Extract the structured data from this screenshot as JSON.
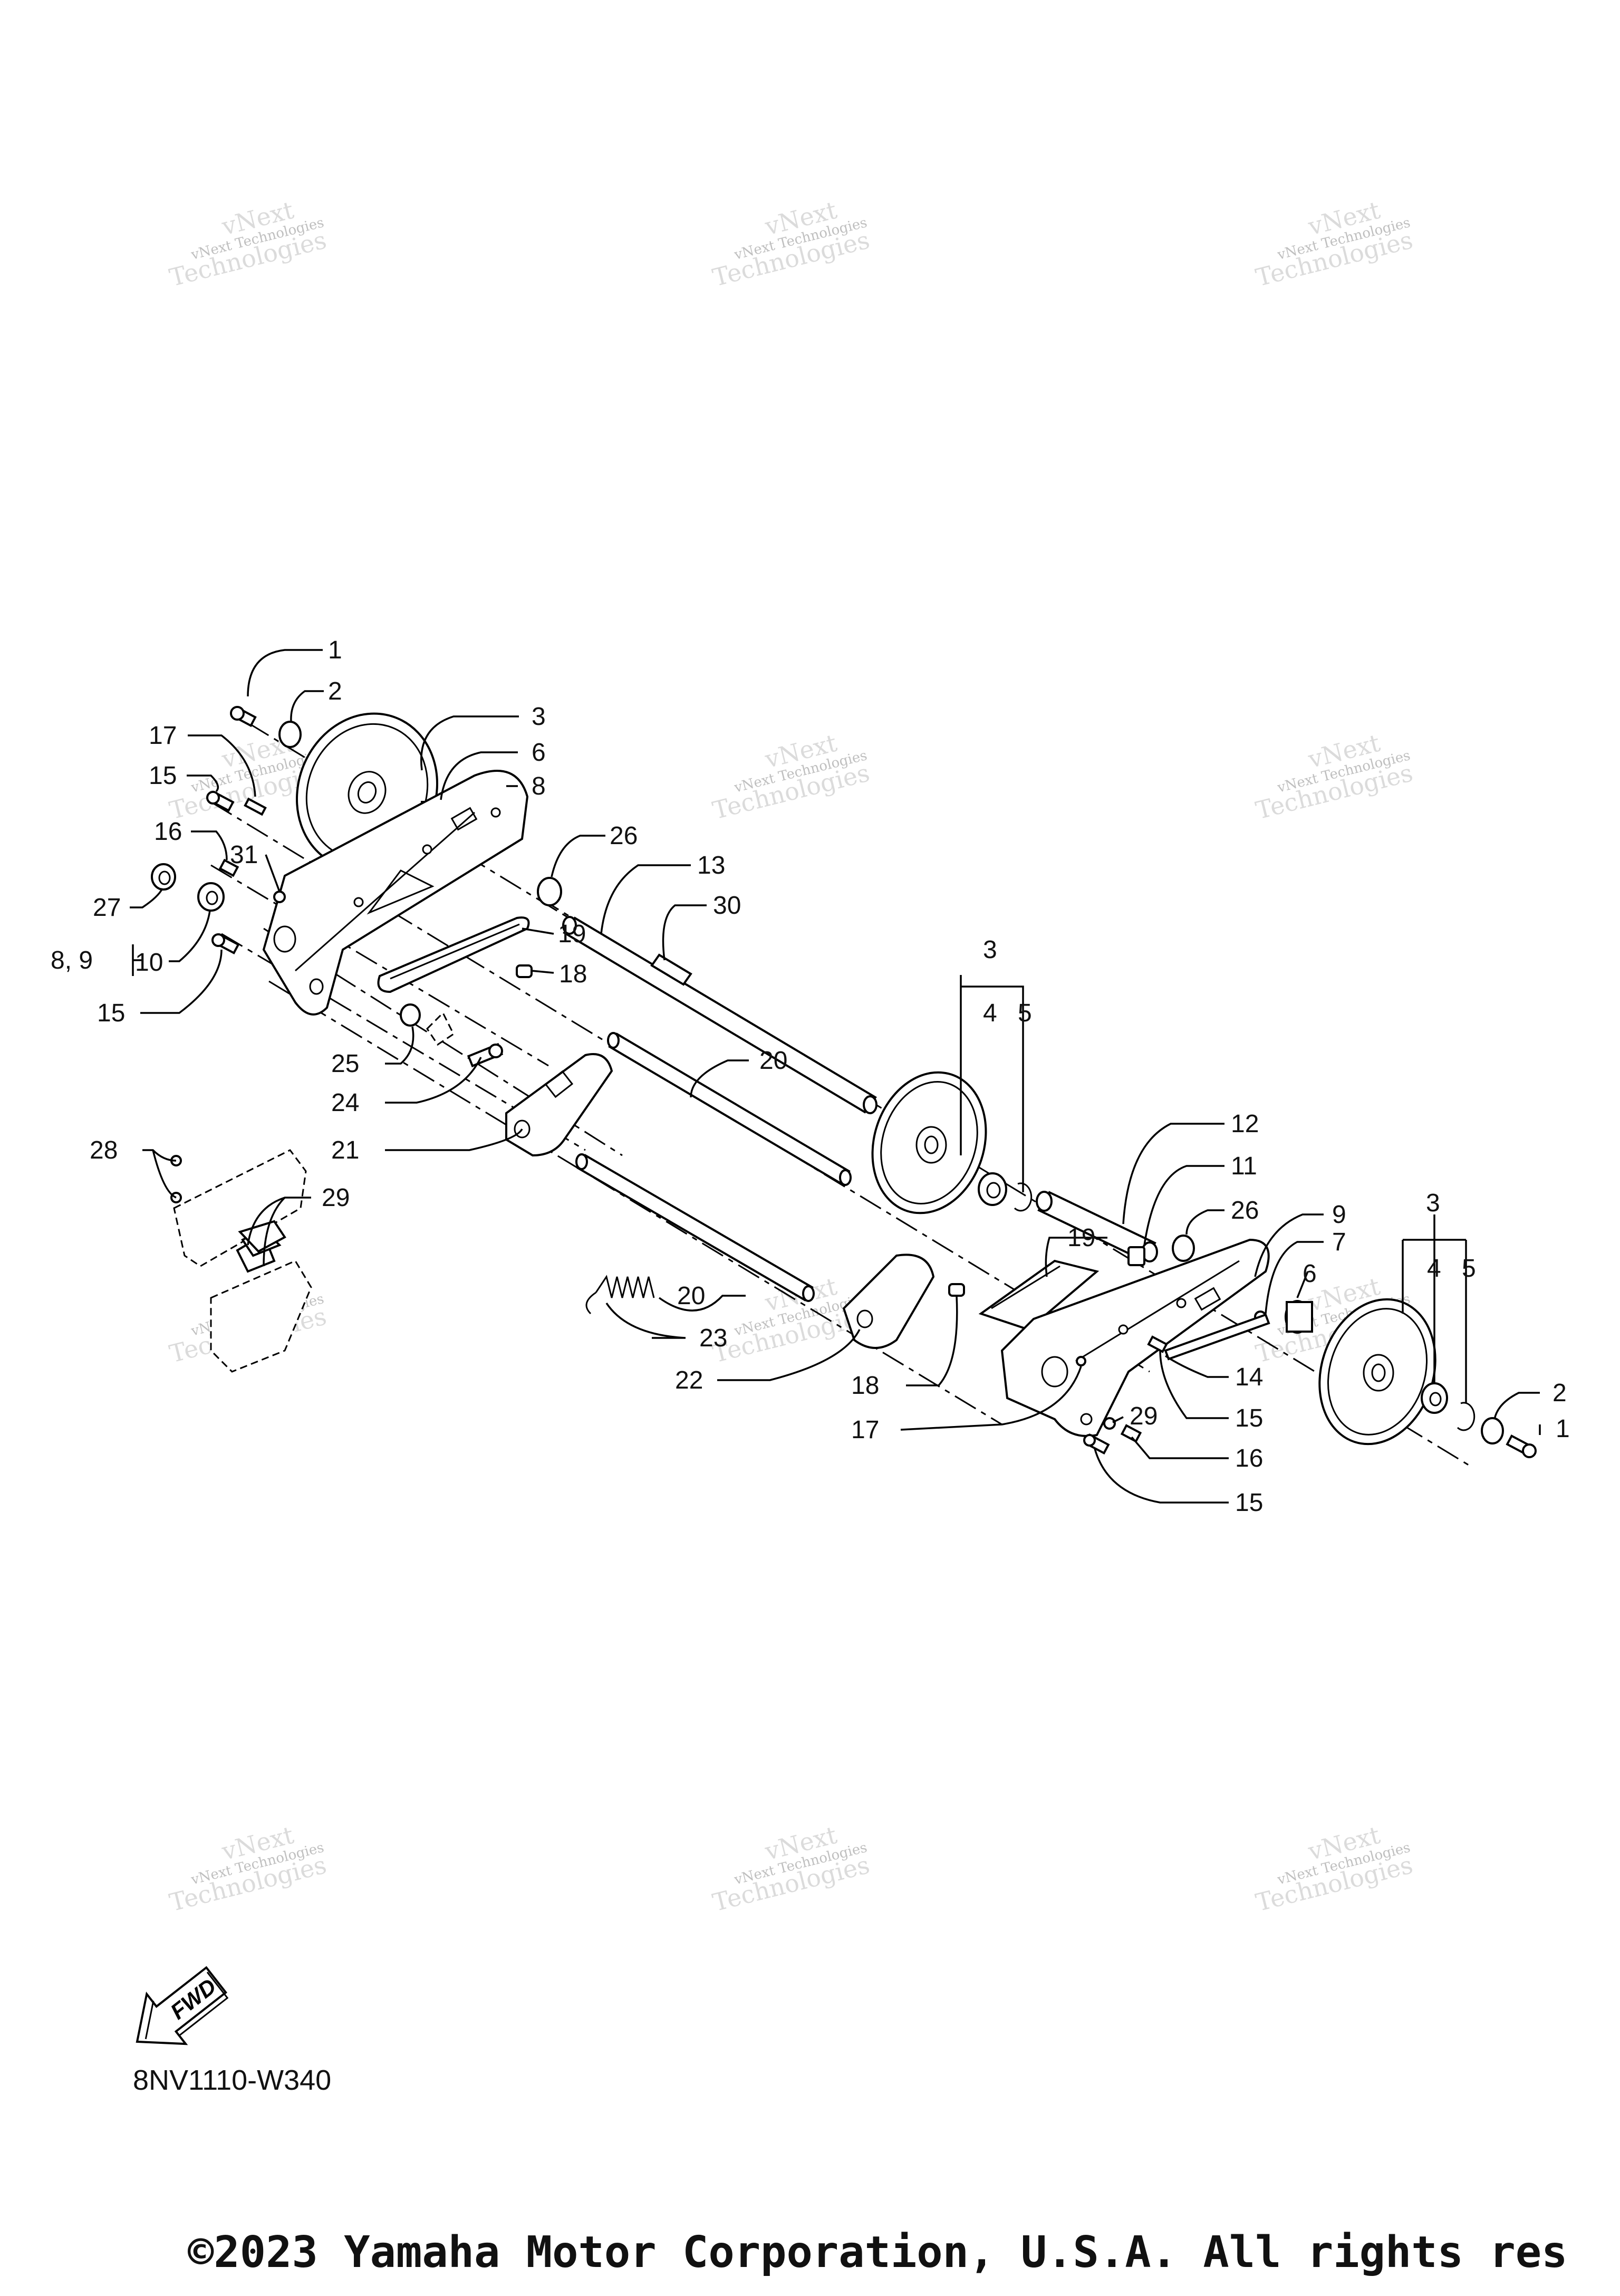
{
  "diagram": {
    "code": "8NV1110-W340",
    "copyright": "©2023 Yamaha Motor Corporation, U.S.A. All rights res",
    "fwd_label": "FWD",
    "watermark": {
      "line1": "vNext",
      "line2": "vNext Technologies",
      "line3": "Technologies"
    },
    "callouts": {
      "c1a": "1",
      "c2a": "2",
      "c3a": "3",
      "c17a": "17",
      "c6a": "6",
      "c8a": "8",
      "c15a": "15",
      "c26a": "26",
      "c16a": "16",
      "c31": "31",
      "c13": "13",
      "c30": "30",
      "c27": "27",
      "c19a": "19",
      "c89": "8, 9",
      "c10": "10",
      "c18a": "18",
      "c15b": "15",
      "c3b": "3",
      "c4a": "4",
      "c5a": "5",
      "c25": "25",
      "c20a": "20",
      "c24": "24",
      "c21": "21",
      "c28": "28",
      "c29a": "29",
      "c12": "12",
      "c11": "11",
      "c26b": "26",
      "c9": "9",
      "c3c": "3",
      "c19b": "19",
      "c7": "7",
      "c4b": "4",
      "c5b": "5",
      "c6b": "6",
      "c20b": "20",
      "c23": "23",
      "c22": "22",
      "c18b": "18",
      "c14": "14",
      "c2b": "2",
      "c1b": "1",
      "c15c": "15",
      "c17b": "17",
      "c29b": "29",
      "c16b": "16",
      "c15d": "15"
    }
  }
}
